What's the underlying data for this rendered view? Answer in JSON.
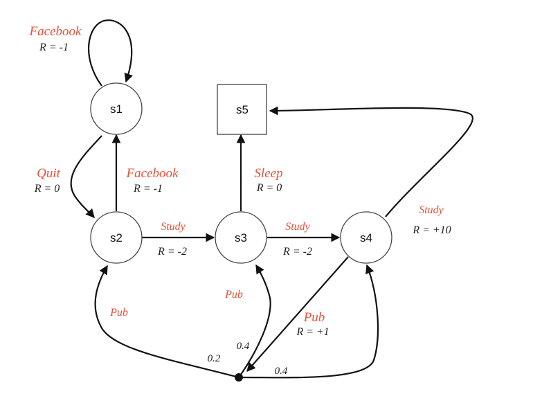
{
  "colors": {
    "action": "#e8503a",
    "edge": "#111111"
  },
  "nodes": {
    "s1": "s1",
    "s2": "s2",
    "s3": "s3",
    "s4": "s4",
    "s5": "s5"
  },
  "edges": {
    "s1_self": {
      "action": "Facebook",
      "reward": "R = -1"
    },
    "s1_to_s2": {
      "action": "Quit",
      "reward": "R = 0"
    },
    "s2_to_s1": {
      "action": "Facebook",
      "reward": "R = -1"
    },
    "s2_to_s3": {
      "action": "Study",
      "reward": "R = -2"
    },
    "s3_to_s4": {
      "action": "Study",
      "reward": "R = -2"
    },
    "s3_to_s5": {
      "action": "Sleep",
      "reward": "R = 0"
    },
    "s4_to_s5": {
      "action": "Study",
      "reward": "R = +10"
    },
    "s3_pub": {
      "action": "Pub"
    },
    "s2_pub": {
      "action": "Pub"
    },
    "s4_pub": {
      "action": "Pub",
      "reward": "R = +1"
    }
  },
  "chance": {
    "to_s2": "0.2",
    "to_s3": "0.4",
    "to_s4": "0.4"
  }
}
